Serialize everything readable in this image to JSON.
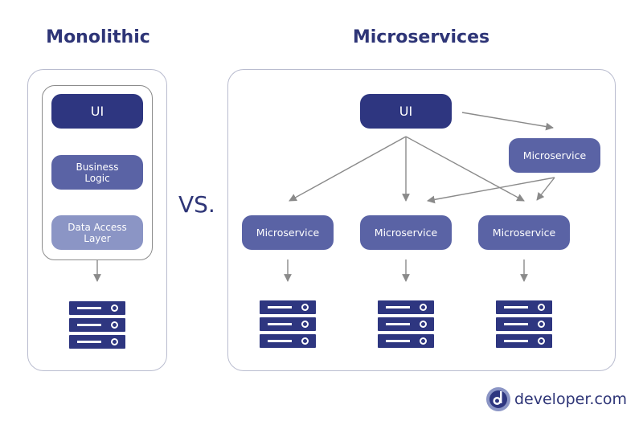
{
  "monolithic": {
    "title": "Monolithic",
    "layers": [
      "UI",
      "Business Logic",
      "Data Access Layer"
    ]
  },
  "vs_label": "VS.",
  "microservices": {
    "title": "Microservices",
    "ui_label": "UI",
    "services": [
      "Microservice",
      "Microservice",
      "Microservice",
      "Microservice"
    ]
  },
  "logo": {
    "text": "developer.com",
    "icon": "developer-logo-icon"
  },
  "colors": {
    "dark": "#2e3680",
    "mid": "#5a63a5",
    "light": "#8b95c5",
    "title": "#2e3577"
  }
}
